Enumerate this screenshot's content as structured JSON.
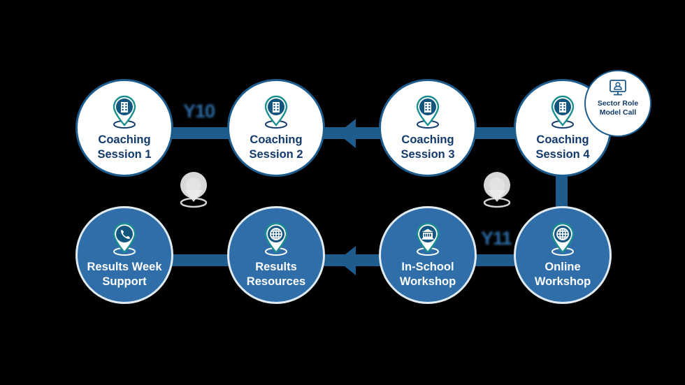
{
  "diagram": {
    "background_color": "#000000",
    "accent_dark": "#123a6b",
    "accent_mid": "#1d5c8d",
    "accent_blue": "#2f6ea8",
    "node_white": "#ffffff",
    "teal": "#1a8f8f"
  },
  "top_row": [
    {
      "id": "coaching-session-1",
      "label": "Coaching\nSession 1",
      "icon": "map-pin-building-icon",
      "style": "white"
    },
    {
      "id": "coaching-session-2",
      "label": "Coaching\nSession 2",
      "icon": "map-pin-building-icon",
      "style": "white"
    },
    {
      "id": "coaching-session-3",
      "label": "Coaching\nSession 3",
      "icon": "map-pin-building-icon",
      "style": "white"
    },
    {
      "id": "coaching-session-4",
      "label": "Coaching\nSession 4",
      "icon": "map-pin-building-icon",
      "style": "white"
    }
  ],
  "bottom_row": [
    {
      "id": "results-week-support",
      "label": "Results Week\nSupport",
      "icon": "map-pin-phone-icon",
      "style": "blue"
    },
    {
      "id": "results-resources",
      "label": "Results\nResources",
      "icon": "map-pin-globe-icon",
      "style": "blue"
    },
    {
      "id": "in-school-workshop",
      "label": "In-School\nWorkshop",
      "icon": "map-pin-school-icon",
      "style": "blue"
    },
    {
      "id": "online-workshop",
      "label": "Online\nWorkshop",
      "icon": "map-pin-globe-icon",
      "style": "blue"
    }
  ],
  "badge": {
    "label": "Sector Role\nModel Call",
    "icon": "monitor-person-icon"
  },
  "year_labels": {
    "top": "Y10",
    "bottom": "Y11"
  }
}
